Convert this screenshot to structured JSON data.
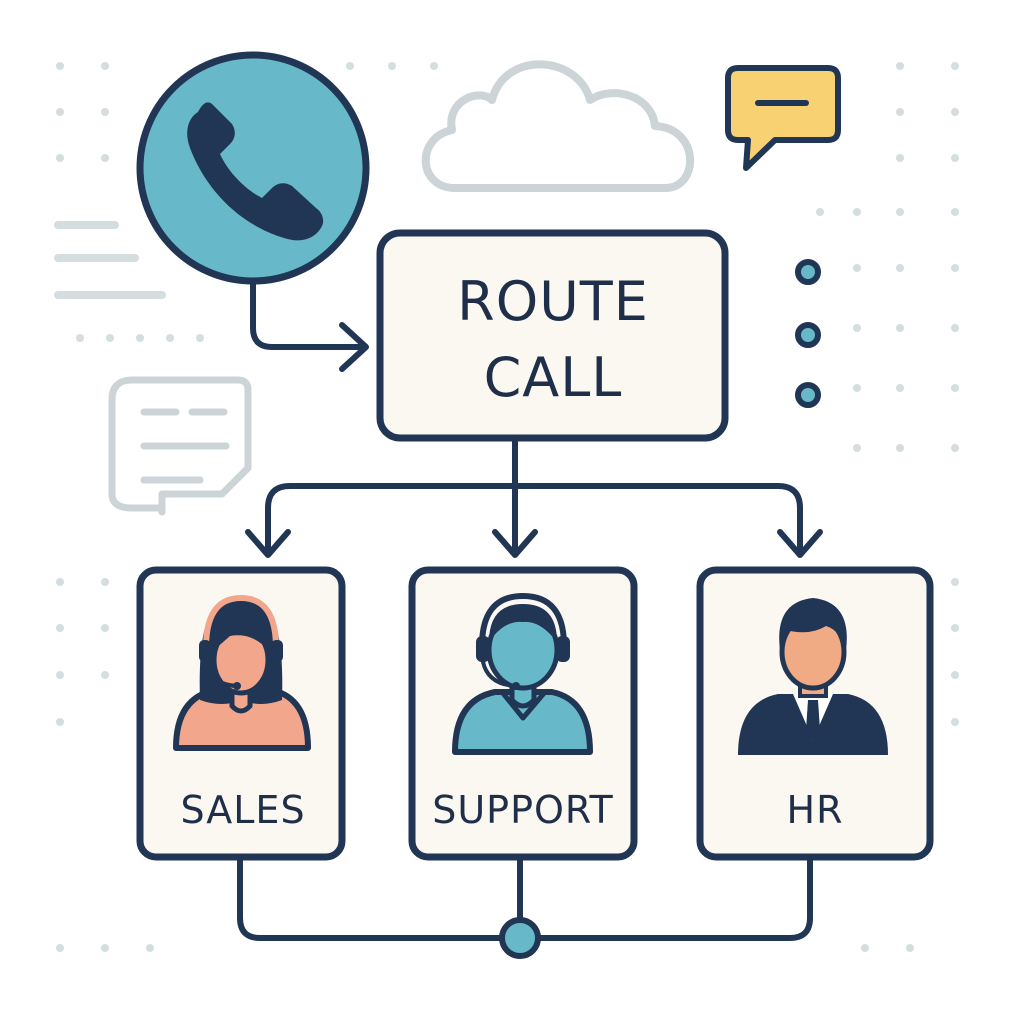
{
  "diagram": {
    "router": {
      "label_line1": "ROUTE",
      "label_line2": "CALL"
    },
    "destinations": [
      {
        "label": "SALES"
      },
      {
        "label": "SUPPORT"
      },
      {
        "label": "HR"
      }
    ],
    "icons": {
      "incoming": "phone-icon",
      "cloud": "cloud-icon",
      "message": "chat-bubble-icon",
      "document": "document-icon",
      "agent_sales": "agent-headset-female-icon",
      "agent_support": "agent-headset-male-icon",
      "agent_hr": "business-person-icon"
    },
    "colors": {
      "navy": "#213554",
      "teal": "#67b9c9",
      "cream": "#fbf8f2",
      "salmon": "#f2a68b",
      "skin": "#f0ab84",
      "yellow": "#f8d272",
      "muted_gray": "#ccd4d8"
    }
  }
}
